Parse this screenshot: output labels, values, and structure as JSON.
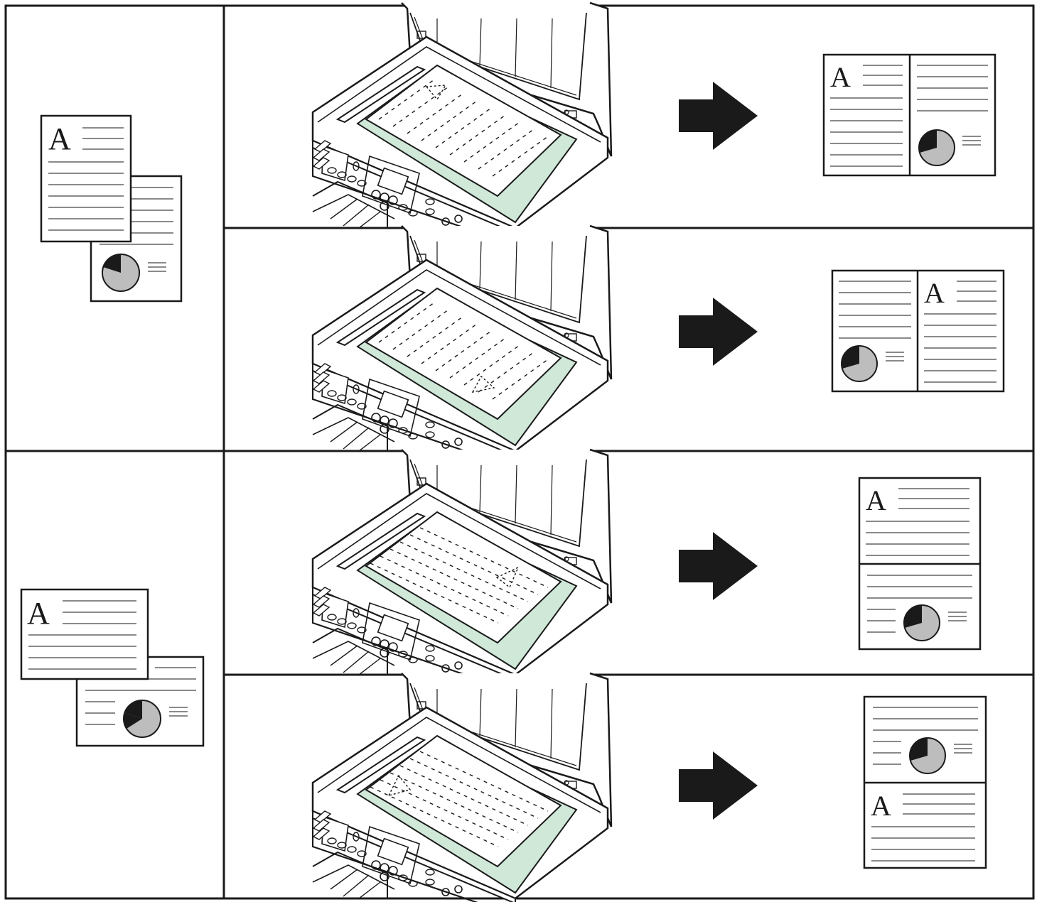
{
  "page_letter": "A",
  "colors": {
    "frame": "#1a1a1a",
    "glass_tint": "#cfe8d8",
    "page_line": "#8a8a8a",
    "pie_light": "#bdbdbd",
    "pie_dark": "#1a1a1a",
    "arrow": "#1a1a1a"
  },
  "rows": [
    {
      "original_group": "portrait",
      "placement": "top-left",
      "letter_angle": 0,
      "result_layout": "horizontal-text-first"
    },
    {
      "original_group": "portrait",
      "placement": "bottom-right",
      "letter_angle": 180,
      "result_layout": "horizontal-chart-first"
    },
    {
      "original_group": "landscape",
      "placement": "right",
      "letter_angle": 90,
      "result_layout": "vertical-text-first"
    },
    {
      "original_group": "landscape",
      "placement": "left",
      "letter_angle": -90,
      "result_layout": "vertical-chart-first"
    }
  ],
  "icons": {
    "scanner": "scanner-icon",
    "arrow": "arrow-right-icon",
    "pie": "pie-chart-icon",
    "document": "document-icon"
  }
}
